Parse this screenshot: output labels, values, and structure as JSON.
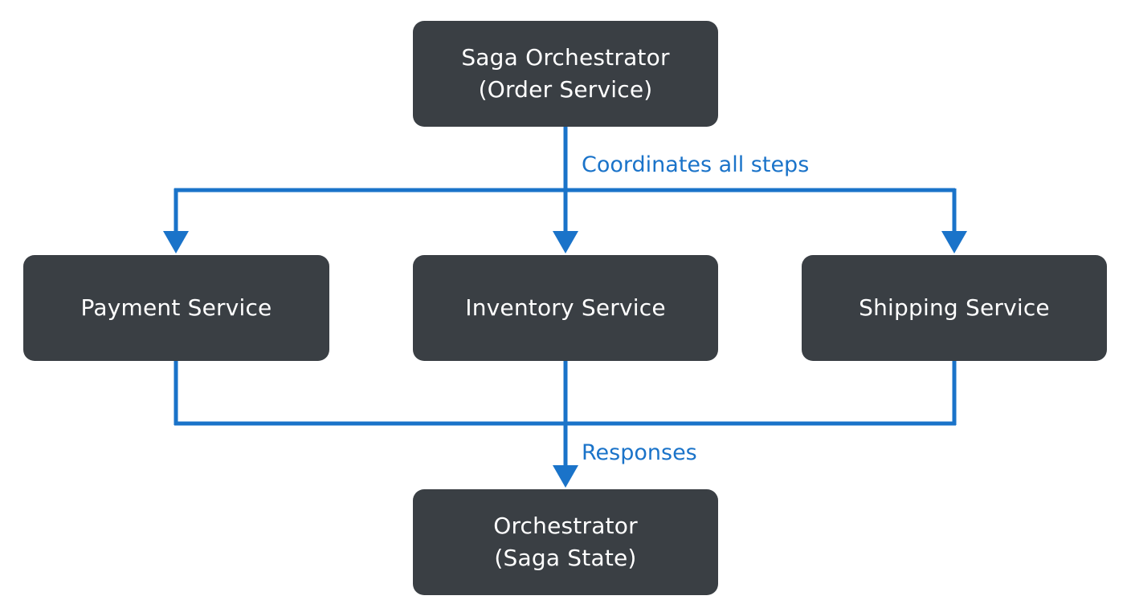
{
  "colors": {
    "node_fill": "#3a3f44",
    "node_text": "#ffffff",
    "connector": "#1a73c9",
    "label_text": "#1a73c9",
    "background": "#ffffff"
  },
  "nodes": {
    "orchestrator_top": {
      "line1": "Saga Orchestrator",
      "line2": "(Order Service)"
    },
    "payment": {
      "line1": "Payment Service"
    },
    "inventory": {
      "line1": "Inventory Service"
    },
    "shipping": {
      "line1": "Shipping Service"
    },
    "orchestrator_bottom": {
      "line1": "Orchestrator",
      "line2": "(Saga State)"
    }
  },
  "edges": {
    "coordinates_label": "Coordinates all steps",
    "responses_label": "Responses"
  }
}
